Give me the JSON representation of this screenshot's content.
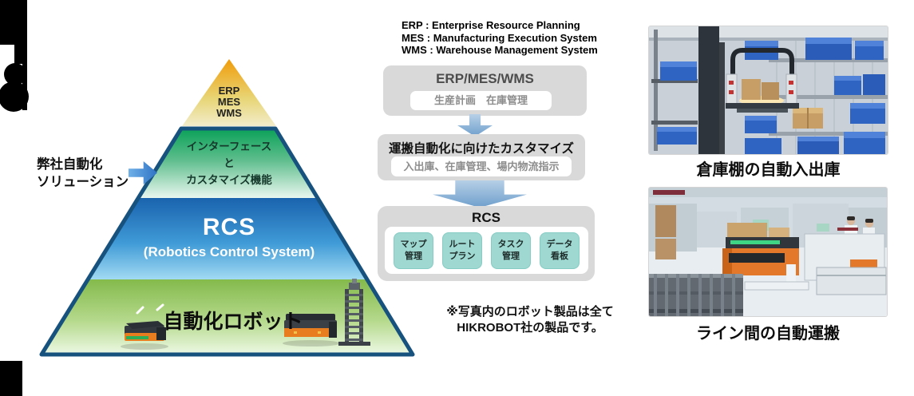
{
  "pyramid": {
    "top_label": "ERP\nMES\nWMS",
    "layer2_label": "インターフェース\nと\nカスタマイズ機能",
    "rcs_title": "RCS",
    "rcs_subtitle": "(Robotics Control System)",
    "bottom_label": "自動化ロボット",
    "side_label": "弊社自動化\nソリューション"
  },
  "legend": {
    "lines": [
      "ERP : Enterprise Resource Planning",
      "MES : Manufacturing Execution System",
      "WMS : Warehouse Management System"
    ]
  },
  "flow": {
    "box1": {
      "title": "ERP/MES/WMS",
      "subtitle": "生産計画　在庫管理"
    },
    "box2": {
      "title": "運搬自動化に向けたカスタマイズ",
      "subtitle": "入出庫、在庫管理、場内物流指示"
    },
    "box3": {
      "title": "RCS",
      "modules": [
        "マップ\n管理",
        "ルート\nプラン",
        "タスク\n管理",
        "データ\n看板"
      ]
    }
  },
  "note": {
    "line1": "※写真内のロボット製品は全て",
    "line2": "HIKROBOT社の製品です。"
  },
  "photos": {
    "caption1": "倉庫棚の自動入出庫",
    "caption2": "ライン間の自動運搬"
  },
  "colors": {
    "pyramid_border": "#17527f",
    "pyramid_top": "#f09c0a",
    "layer2_green": "#0aa158",
    "rcs_blue": "#1a63ae",
    "robot_layer_green": "#84ba4c",
    "flow_box_gray": "#d9d9d9",
    "arrow_blue": "#6f9fcc",
    "module_teal": "#9ed8d1",
    "robot_orange": "#e87d1f"
  }
}
